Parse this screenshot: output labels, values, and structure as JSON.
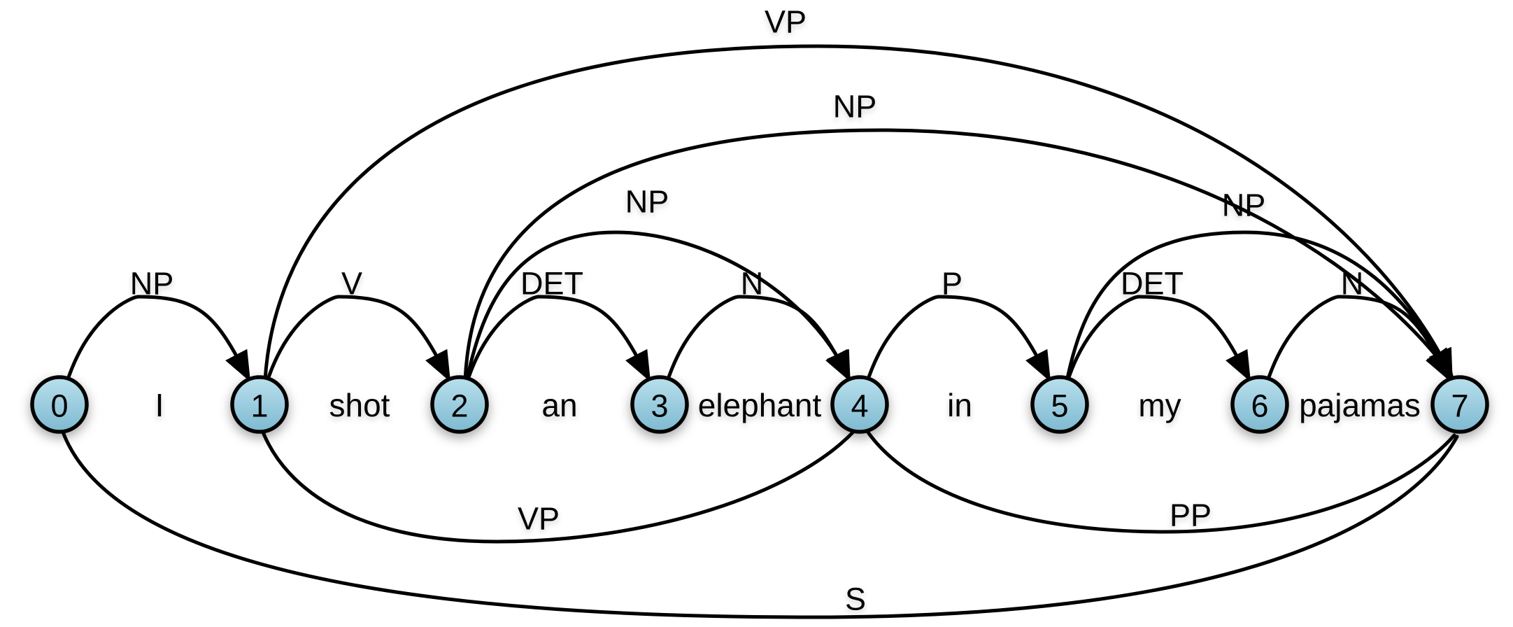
{
  "diagram": {
    "type": "chart-parse-graph",
    "sentence": [
      "I",
      "shot",
      "an",
      "elephant",
      "in",
      "my",
      "pajamas"
    ],
    "nodes": [
      "0",
      "1",
      "2",
      "3",
      "4",
      "5",
      "6",
      "7"
    ],
    "edges_above": [
      {
        "from": 0,
        "to": 1,
        "label": "NP"
      },
      {
        "from": 1,
        "to": 2,
        "label": "V"
      },
      {
        "from": 2,
        "to": 3,
        "label": "DET"
      },
      {
        "from": 3,
        "to": 4,
        "label": "N"
      },
      {
        "from": 4,
        "to": 5,
        "label": "P"
      },
      {
        "from": 5,
        "to": 6,
        "label": "DET"
      },
      {
        "from": 6,
        "to": 7,
        "label": "N"
      },
      {
        "from": 2,
        "to": 4,
        "label": "NP"
      },
      {
        "from": 5,
        "to": 7,
        "label": "NP"
      },
      {
        "from": 2,
        "to": 7,
        "label": "NP"
      },
      {
        "from": 1,
        "to": 7,
        "label": "VP"
      }
    ],
    "edges_below": [
      {
        "from": 1,
        "to": 4,
        "label": "VP"
      },
      {
        "from": 4,
        "to": 7,
        "label": "PP"
      },
      {
        "from": 0,
        "to": 7,
        "label": "S"
      }
    ],
    "colors": {
      "background": "#ffffff",
      "stroke": "#000000",
      "node_fill_top": "#b9e0ed",
      "node_fill_bottom": "#7eb9d0",
      "node_border": "#000000"
    }
  }
}
